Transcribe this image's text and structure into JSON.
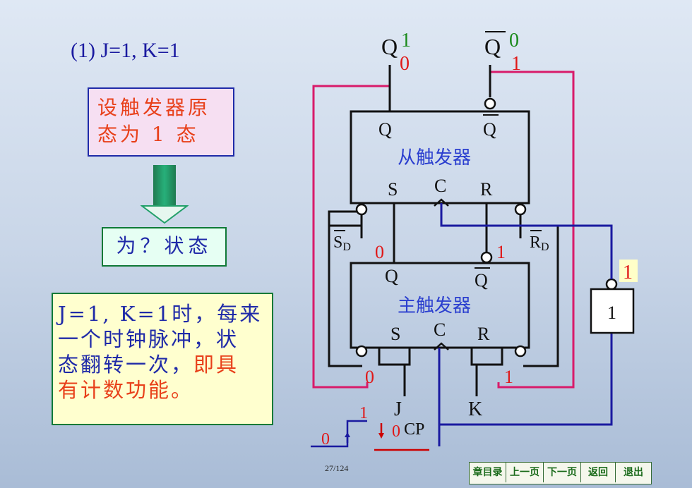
{
  "heading": "(1) J=1,  K=1",
  "assume_box": {
    "line1": "设触发器原",
    "line2": "态为 1 态"
  },
  "question_box": "为？状态",
  "note_box": {
    "line1": "J=1,  K=1时，每来",
    "line2": "一个时钟脉冲，状",
    "line3_blue": "态翻转一次，",
    "line3_red": "即具",
    "line4_red": "有计数功能。"
  },
  "diagram": {
    "out_q": "Q",
    "out_q_val_green": "1",
    "out_q_val_red": "0",
    "out_qbar": "Q",
    "out_qbar_val_green": "0",
    "out_qbar_val_red": "1",
    "slave": {
      "q": "Q",
      "qbar": "Q",
      "name": "从触发器",
      "s": "S",
      "c": "C",
      "r": "R"
    },
    "master": {
      "q": "Q",
      "qbar": "Q",
      "name": "主触发器",
      "s": "S",
      "c": "C",
      "r": "R"
    },
    "sd": "S",
    "sd_sub": "D",
    "rd": "R",
    "rd_sub": "D",
    "master_s_val": "0",
    "master_r_val": "1",
    "and_left_val": "0",
    "and_right_val": "1",
    "j": "J",
    "k": "K",
    "cp": "CP",
    "not_gate": "1",
    "not_out_val": "1",
    "clk_low": "0",
    "clk_high": "1",
    "clk_now": "0"
  },
  "colors": {
    "blue_text": "#1f2aa8",
    "red_text": "#e8401a",
    "wire_pink": "#d81b6a",
    "wire_blue": "#1a1aa0",
    "green_val": "#1b8a1b"
  },
  "page_number": "27/124",
  "nav": [
    "章目录",
    "上一页",
    "下一页",
    "返回",
    "退出"
  ]
}
